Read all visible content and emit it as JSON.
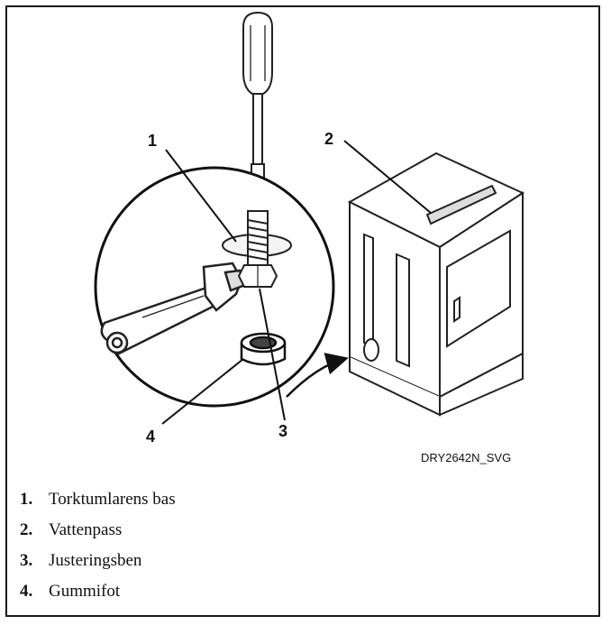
{
  "illustration": {
    "callouts": [
      "1",
      "2",
      "3",
      "4"
    ],
    "drawing_code": "DRY2642N_SVG"
  },
  "legend": [
    {
      "number": "1.",
      "label": "Torktumlarens bas"
    },
    {
      "number": "2.",
      "label": "Vattenpass"
    },
    {
      "number": "3.",
      "label": "Justeringsben"
    },
    {
      "number": "4.",
      "label": "Gummifot"
    }
  ]
}
